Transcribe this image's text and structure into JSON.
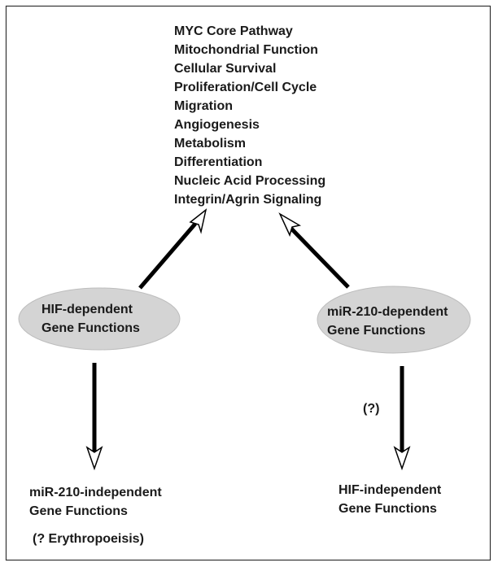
{
  "function_list": [
    "MYC Core Pathway",
    "Mitochondrial Function",
    "Cellular Survival",
    "Proliferation/Cell Cycle",
    "Migration",
    "Angiogenesis",
    "Metabolism",
    "Differentiation",
    "Nucleic Acid Processing",
    "Integrin/Agrin Signaling"
  ],
  "nodes": {
    "hif_dependent": {
      "line1": "HIF-dependent",
      "line2": "Gene Functions"
    },
    "mir210_dependent": {
      "line1": "miR-210-dependent",
      "line2": "Gene Functions"
    },
    "mir210_independent": {
      "line1": "miR-210-independent",
      "line2": "Gene Functions",
      "note": "(? Erythropoeisis)"
    },
    "hif_independent": {
      "line1": "HIF-independent",
      "line2": "Gene Functions"
    }
  },
  "uncertain_link_label": "(?)",
  "colors": {
    "ellipse_fill": "#d4d4d4",
    "ellipse_stroke": "#bdbdbd",
    "arrow": "#000000",
    "border": "#333333"
  }
}
